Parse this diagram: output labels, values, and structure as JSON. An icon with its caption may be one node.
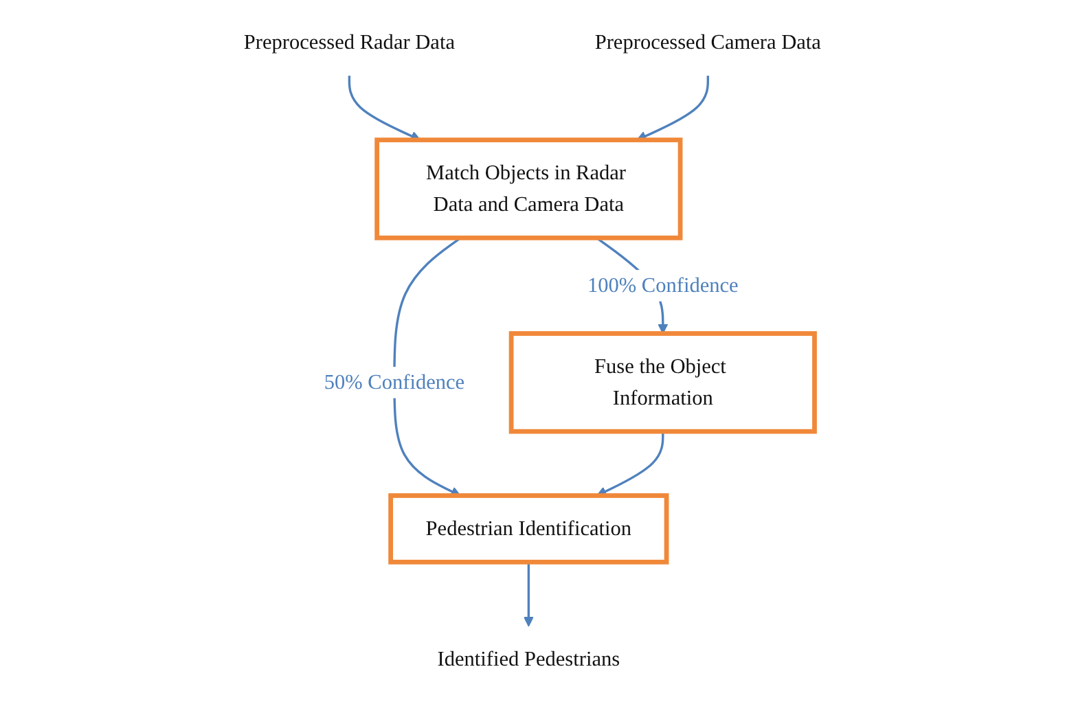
{
  "diagram": {
    "nodes": [
      {
        "text": [
          "Preprocessed Radar Data"
        ]
      },
      {
        "text": [
          "Preprocessed Camera Data"
        ]
      },
      {
        "text": [
          "Match Objects in Radar Data and Camera Data"
        ]
      },
      {
        "text": [
          "Fuse the Object Information"
        ]
      },
      {
        "text": [
          "Pedestrian Identification"
        ]
      },
      {
        "text": [
          "Identified Pedestrians"
        ]
      }
    ],
    "edges": [
      {
        "from": 0,
        "to": 2,
        "arrow": "to"
      },
      {
        "from": 1,
        "to": 2,
        "arrow": "to"
      },
      {
        "from": 2,
        "to": 3,
        "arrow": "to",
        "label": "100% Confidence"
      },
      {
        "from": 2,
        "to": 4,
        "arrow": "to",
        "label": "50% Confidence"
      },
      {
        "from": 3,
        "to": 4,
        "arrow": "to"
      },
      {
        "from": 4,
        "to": 5,
        "arrow": "to"
      }
    ]
  }
}
